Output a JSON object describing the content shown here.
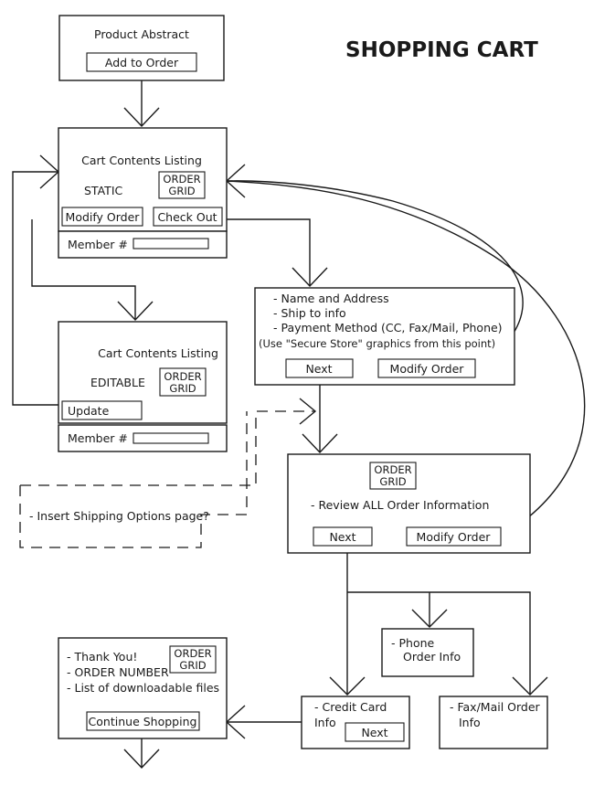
{
  "title": "SHOPPING CART",
  "product_abstract": {
    "label": "Product Abstract",
    "add_button": "Add to Order"
  },
  "cart_static": {
    "heading": "Cart Contents Listing",
    "mode": "STATIC",
    "grid_line1": "ORDER",
    "grid_line2": "GRID",
    "modify_button": "Modify Order",
    "checkout_button": "Check Out",
    "member_label": "Member #"
  },
  "cart_editable": {
    "heading": "Cart Contents Listing",
    "mode": "EDITABLE",
    "grid_line1": "ORDER",
    "grid_line2": "GRID",
    "update_button": "Update",
    "member_label": "Member #"
  },
  "checkout_info": {
    "line1": "- Name and Address",
    "line2": "- Ship to info",
    "line3": "- Payment Method (CC, Fax/Mail, Phone)",
    "note": "(Use \"Secure Store\" graphics from this point)",
    "next_button": "Next",
    "modify_button": "Modify Order"
  },
  "shipping_options": {
    "label": "- Insert Shipping Options page?"
  },
  "review": {
    "grid_line1": "ORDER",
    "grid_line2": "GRID",
    "label": "- Review ALL Order Information",
    "next_button": "Next",
    "modify_button": "Modify Order"
  },
  "phone": {
    "line1": "- Phone",
    "line2": "Order Info"
  },
  "credit_card": {
    "line1": "- Credit Card",
    "line2": "Info",
    "next_button": "Next"
  },
  "fax_mail": {
    "line1": "- Fax/Mail Order",
    "line2": "Info"
  },
  "thank_you": {
    "line1": "- Thank You!",
    "line2": "- ORDER NUMBER",
    "line3": "- List of downloadable files",
    "grid_line1": "ORDER",
    "grid_line2": "GRID",
    "continue_button": "Continue Shopping"
  }
}
